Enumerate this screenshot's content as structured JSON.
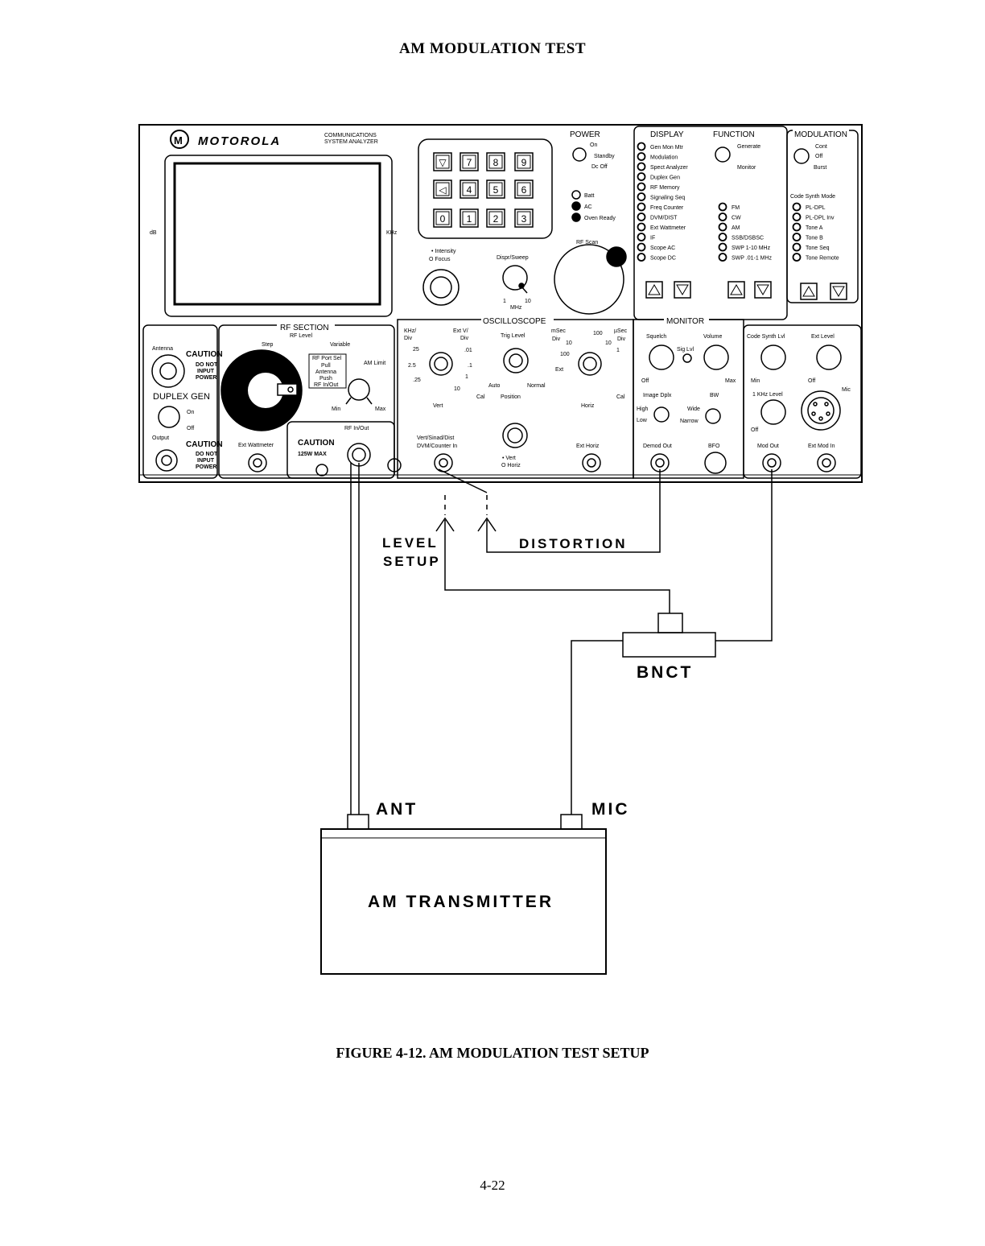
{
  "page": {
    "title": "AM MODULATION TEST",
    "caption": "FIGURE 4-12.   AM MODULATION TEST SETUP",
    "page_number": "4-22"
  },
  "analyzer": {
    "brand": "MOTOROLA",
    "model_line1": "COMMUNICATIONS",
    "model_line2": "SYSTEM ANALYZER",
    "screen_db": "dB",
    "screen_khz": "KHz",
    "keypad": [
      "▽",
      "7",
      "8",
      "9",
      "◁",
      "4",
      "5",
      "6",
      "0",
      "1",
      "2",
      "3"
    ],
    "power": {
      "title": "POWER",
      "on": "On",
      "standby": "Standby",
      "dc_off": "Dc Off",
      "batt": "Batt",
      "ac": "AC",
      "oven": "Oven Ready",
      "rf_scan": "RF Scan"
    },
    "intensity": "• Intensity",
    "focus": "O Focus",
    "dispr": "Dispr/Sweep",
    "dispr_1": "1",
    "dispr_10": "10",
    "dispr_mhz": "MHz",
    "display": {
      "title": "DISPLAY",
      "items": [
        "Gen Mon Mtr",
        "Modulation",
        "Spect Analyzer",
        "Duplex Gen",
        "RF Memory",
        "Signaling Seq",
        "Freq Counter",
        "DVM/DIST",
        "Ext Wattmeter",
        "IF",
        "Scope AC",
        "Scope DC"
      ]
    },
    "function": {
      "title": "FUNCTION",
      "generate": "Generate",
      "monitor": "Monitor",
      "items": [
        "FM",
        "CW",
        "AM",
        "SSB/DSBSC",
        "SWP 1-10 MHz",
        "SWP .01-1 MHz"
      ]
    },
    "modulation": {
      "title": "MODULATION",
      "cont": "Cont",
      "off": "Off",
      "burst": "Burst",
      "code_title": "Code Synth Mode",
      "items": [
        "PL-DPL",
        "PL-DPL Inv",
        "Tone A",
        "Tone B",
        "Tone Seq",
        "Tone Remote"
      ]
    },
    "rf_section": {
      "title": "RF SECTION",
      "rf_level": "RF Level",
      "step": "Step",
      "variable": "Variable",
      "box": [
        "RF Port Sel",
        "Pull",
        "Antenna",
        "Push",
        "RF In/Out"
      ],
      "am_limit": "AM Limit",
      "min": "Min",
      "max": "Max",
      "rf_inout": "RF In/Out",
      "caution": "CAUTION",
      "caution_sub": "125W MAX",
      "ext_watt": "Ext Wattmeter"
    },
    "left": {
      "antenna": "Antenna",
      "caution": "CAUTION",
      "do_not": "DO NOT",
      "input": "INPUT",
      "power": "POWER",
      "duplex": "DUPLEX GEN",
      "on": "On",
      "off": "Off",
      "output": "Output"
    },
    "scope": {
      "title": "OSCILLOSCOPE",
      "khz": "KHz/",
      "div": "Div",
      "extv": "Ext V/",
      "div2": "Div",
      "trig": "Trig Level",
      "msec": "mSec",
      "usec": "µSec",
      "div3": "Div",
      "div4": "Div",
      "v25": "25",
      "v2_5": "2.5",
      "v_25": ".25",
      "v01": ".01",
      "v1a": ".1",
      "v1b": "1",
      "v10": "10",
      "cal": "Cal",
      "auto": "Auto",
      "normal": "Normal",
      "ext": "Ext",
      "t10": "10",
      "t100": "100",
      "t100b": "100",
      "t10b": "10",
      "t1": "1",
      "cal2": "Cal",
      "vert": "Vert",
      "position": "Position",
      "horiz": "Horiz",
      "vsd": "Vert/Sinad/Dist",
      "dvm": "DVM/Counter In",
      "pv": "• Vert",
      "ph": "O Horiz",
      "exthoriz": "Ext Horiz"
    },
    "monitor": {
      "title": "MONITOR",
      "squelch": "Squelch",
      "volume": "Volume",
      "sig": "Sig Lvl",
      "off": "Off",
      "max": "Max",
      "image": "Image Dplx",
      "bw": "BW",
      "high": "High",
      "low": "Low",
      "wide": "Wide",
      "narrow": "Narrow",
      "demod": "Demod Out",
      "bfo": "BFO"
    },
    "codesynth": {
      "lvl": "Code Synth Lvl",
      "extlevel": "Ext Level",
      "min": "Min",
      "off": "Off",
      "mic": "Mic",
      "khz": "1 KHz Level",
      "off2": "Off",
      "modout": "Mod Out",
      "extmod": "Ext Mod In"
    }
  },
  "connections": {
    "level_setup_1": "LEVEL",
    "level_setup_2": "SETUP",
    "distortion": "DISTORTION",
    "bnct": "BNCT",
    "ant": "ANT",
    "mic": "MIC",
    "transmitter": "AM TRANSMITTER"
  }
}
